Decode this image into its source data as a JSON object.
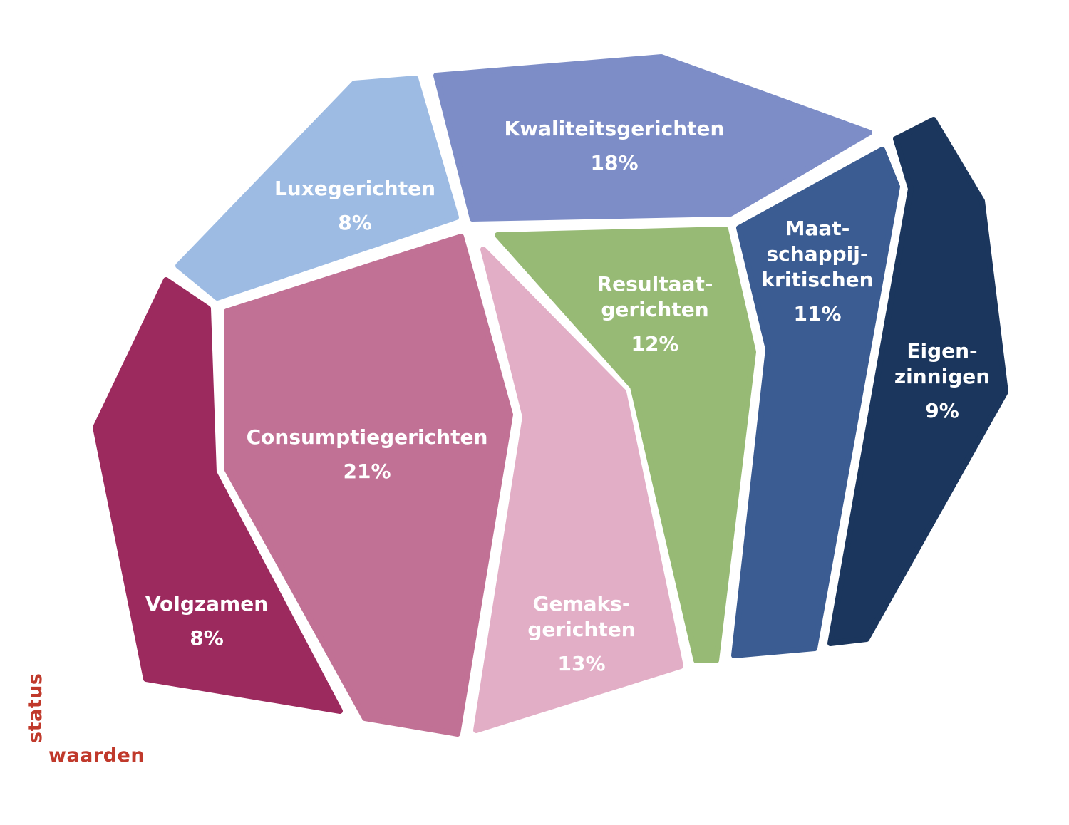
{
  "chart_data": {
    "type": "voronoi-treemap",
    "xlabel": "waarden",
    "ylabel": "status",
    "segments": [
      {
        "name": "Luxegerichten",
        "lines": [
          "Luxegerichten"
        ],
        "value": 8,
        "value_label": "8%",
        "color": "#9dbbe3"
      },
      {
        "name": "Kwaliteitsgerichten",
        "lines": [
          "Kwaliteitsgerichten"
        ],
        "value": 18,
        "value_label": "18%",
        "color": "#7d8dc7"
      },
      {
        "name": "Volgzamen",
        "lines": [
          "Volgzamen"
        ],
        "value": 8,
        "value_label": "8%",
        "color": "#9c2a5e"
      },
      {
        "name": "Consumptiegerichten",
        "lines": [
          "Consumptiegerichten"
        ],
        "value": 21,
        "value_label": "21%",
        "color": "#c17195"
      },
      {
        "name": "Gemaksgerichten",
        "lines": [
          "Gemaks-",
          "gerichten"
        ],
        "value": 13,
        "value_label": "13%",
        "color": "#e2aec6"
      },
      {
        "name": "Resultaatgerichten",
        "lines": [
          "Resultaat-",
          "gerichten"
        ],
        "value": 12,
        "value_label": "12%",
        "color": "#97ba75"
      },
      {
        "name": "Maatschappijkritischen",
        "lines": [
          "Maat-",
          "schappij-",
          "kritischen"
        ],
        "value": 11,
        "value_label": "11%",
        "color": "#3b5c92"
      },
      {
        "name": "Eigenzinnigen",
        "lines": [
          "Eigen-",
          "zinnigen"
        ],
        "value": 9,
        "value_label": "9%",
        "color": "#1b365d"
      }
    ]
  }
}
